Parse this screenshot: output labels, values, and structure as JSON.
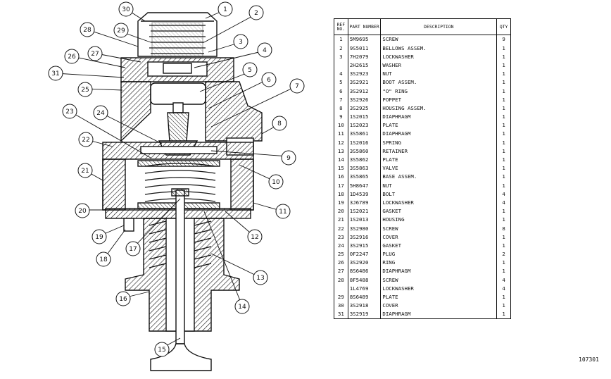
{
  "figure_code": "107301",
  "callouts": [
    "1",
    "2",
    "3",
    "4",
    "5",
    "6",
    "7",
    "8",
    "9",
    "10",
    "11",
    "12",
    "13",
    "14",
    "15",
    "16",
    "17",
    "18",
    "19",
    "20",
    "21",
    "22",
    "23",
    "24",
    "25",
    "26",
    "27",
    "28",
    "29",
    "30",
    "31"
  ],
  "table": {
    "headers": {
      "ref": "REF NO.",
      "part": "PART NUMBER",
      "desc": "DESCRIPTION",
      "qty": "QTY"
    },
    "rows": [
      {
        "ref": "1",
        "pn": "5M9695",
        "desc": "SCREW",
        "qty": "9"
      },
      {
        "ref": "2",
        "pn": "9S5011",
        "desc": "BELLOWS ASSEM.",
        "qty": "1"
      },
      {
        "ref": "3",
        "pn": "7H2079",
        "desc": "LOCKWASHER",
        "qty": "1"
      },
      {
        "ref": "",
        "pn": "2H2615",
        "desc": "WASHER",
        "qty": "1"
      },
      {
        "ref": "4",
        "pn": "3S2923",
        "desc": "NUT",
        "qty": "1"
      },
      {
        "ref": "5",
        "pn": "3S2921",
        "desc": "BOOT ASSEM.",
        "qty": "1"
      },
      {
        "ref": "6",
        "pn": "3S2912",
        "desc": "\"O\" RING",
        "qty": "1"
      },
      {
        "ref": "7",
        "pn": "3S2926",
        "desc": "POPPET",
        "qty": "1"
      },
      {
        "ref": "8",
        "pn": "3S2925",
        "desc": "HOUSING ASSEM.",
        "qty": "1"
      },
      {
        "ref": "9",
        "pn": "1S2015",
        "desc": "DIAPHRAGM",
        "qty": "1"
      },
      {
        "ref": "10",
        "pn": "1S2023",
        "desc": "PLATE",
        "qty": "1"
      },
      {
        "ref": "11",
        "pn": "3S5861",
        "desc": "DIAPHRAGM",
        "qty": "1"
      },
      {
        "ref": "12",
        "pn": "1S2016",
        "desc": "SPRING",
        "qty": "1"
      },
      {
        "ref": "13",
        "pn": "3S5860",
        "desc": "RETAINER",
        "qty": "1"
      },
      {
        "ref": "14",
        "pn": "3S5862",
        "desc": "PLATE",
        "qty": "1"
      },
      {
        "ref": "15",
        "pn": "3S5863",
        "desc": "VALVE",
        "qty": "1"
      },
      {
        "ref": "16",
        "pn": "3S5865",
        "desc": "BASE ASSEM.",
        "qty": "1"
      },
      {
        "ref": "17",
        "pn": "5H8647",
        "desc": "NUT",
        "qty": "1"
      },
      {
        "ref": "18",
        "pn": "1D4539",
        "desc": "BOLT",
        "qty": "4"
      },
      {
        "ref": "19",
        "pn": "3J6789",
        "desc": "LOCKWASHER",
        "qty": "4"
      },
      {
        "ref": "20",
        "pn": "1S2021",
        "desc": "GASKET",
        "qty": "1"
      },
      {
        "ref": "21",
        "pn": "1S2013",
        "desc": "HOUSING",
        "qty": "1"
      },
      {
        "ref": "22",
        "pn": "3S2980",
        "desc": "SCREW",
        "qty": "8"
      },
      {
        "ref": "23",
        "pn": "3S2916",
        "desc": "COVER",
        "qty": "1"
      },
      {
        "ref": "24",
        "pn": "3S2915",
        "desc": "GASKET",
        "qty": "1"
      },
      {
        "ref": "25",
        "pn": "0F2247",
        "desc": "PLUG",
        "qty": "2"
      },
      {
        "ref": "26",
        "pn": "3S2920",
        "desc": "RING",
        "qty": "1"
      },
      {
        "ref": "27",
        "pn": "8S6486",
        "desc": "DIAPHRAGM",
        "qty": "1"
      },
      {
        "ref": "28",
        "pn": "8F5488",
        "desc": "SCREW",
        "qty": "4"
      },
      {
        "ref": "",
        "pn": "1L4769",
        "desc": "LOCKWASHER",
        "qty": "4"
      },
      {
        "ref": "29",
        "pn": "8S6489",
        "desc": "PLATE",
        "qty": "1"
      },
      {
        "ref": "30",
        "pn": "3S2918",
        "desc": "COVER",
        "qty": "1"
      },
      {
        "ref": "31",
        "pn": "3S2919",
        "desc": "DIAPHRAGM",
        "qty": "1"
      }
    ]
  }
}
